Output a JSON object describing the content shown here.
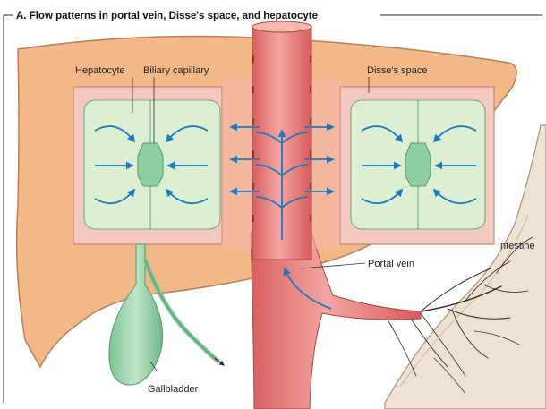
{
  "figure": {
    "title": "A. Flow patterns in portal vein, Disse's space, and hepatocyte"
  },
  "labels": {
    "hepatocyte": "Hepatocyte",
    "biliary_capillary": "Biliary capillary",
    "disse_space": "Disse's space",
    "intestine": "Intestine",
    "portal_vein": "Portal vein",
    "gallbladder": "Gallbladder"
  },
  "colors": {
    "liver": "#f2b888",
    "liver_outline": "#b87f55",
    "disse_space": "#f6c9c0",
    "hepatocyte_fill": "#dcefd2",
    "bile_green": "#8fd0a2",
    "portal_vein": "#e87a78",
    "flow_arrow": "#1c7bc0",
    "intestine": "#efe2d2"
  }
}
